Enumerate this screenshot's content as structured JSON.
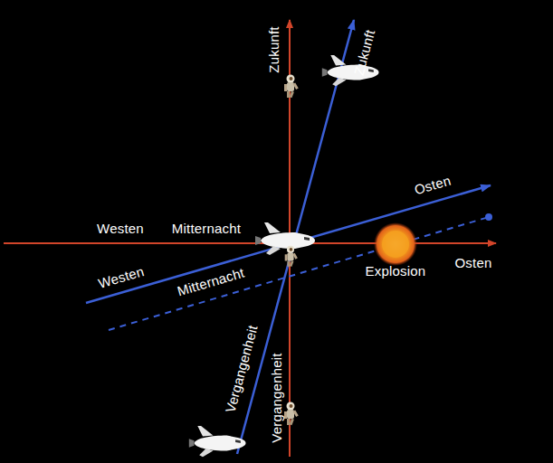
{
  "diagram": {
    "labels": [
      "Zukunft",
      "Zukunft",
      "Osten",
      "Westen",
      "Mitternacht",
      "Westen",
      "Mitternacht",
      "Explosion",
      "Osten",
      "Vergangenheit",
      "Vergangenheit"
    ]
  }
}
